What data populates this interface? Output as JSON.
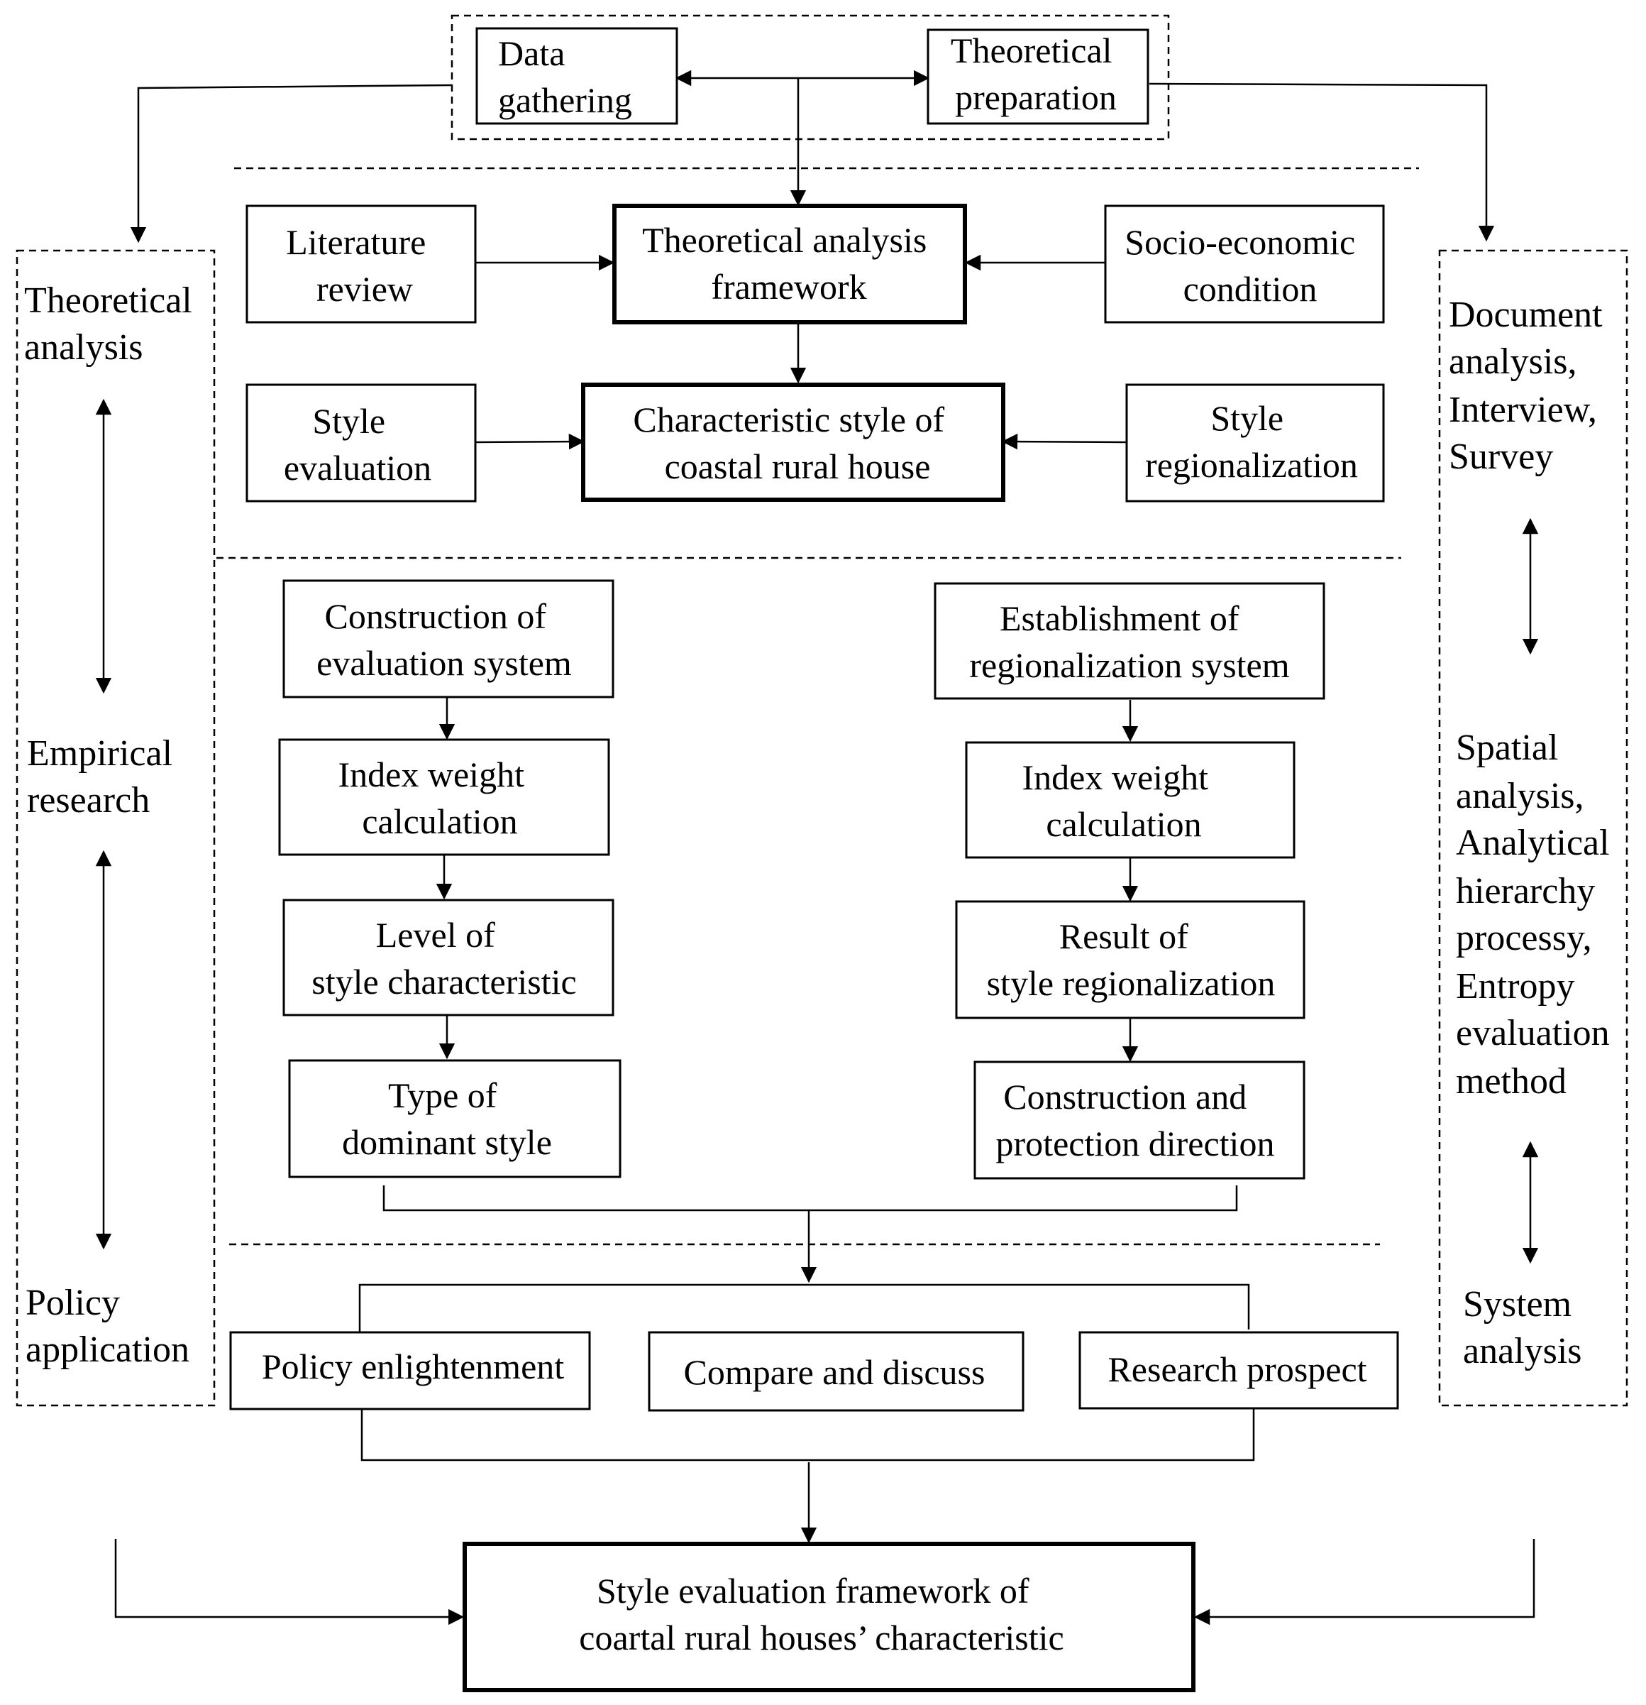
{
  "top": {
    "data_gathering": [
      "Data",
      "gathering"
    ],
    "theoretical_preparation": [
      "Theoretical",
      "preparation"
    ]
  },
  "tier1": {
    "literature_review": [
      "Literature",
      "review"
    ],
    "theoretical_framework": [
      "Theoretical analysis",
      "framework"
    ],
    "socio_economic": [
      "Socio-economic",
      "condition"
    ],
    "style_evaluation": [
      "Style",
      "evaluation"
    ],
    "characteristic_style": [
      "Characteristic style of",
      "coastal rural house"
    ],
    "style_regionalization": [
      "Style",
      "regionalization"
    ]
  },
  "left_column": [
    {
      "key": "construction_eval",
      "lines": [
        "Construction of",
        "evaluation system"
      ]
    },
    {
      "key": "index_weight_left",
      "lines": [
        "Index weight",
        "calculation"
      ]
    },
    {
      "key": "level_style",
      "lines": [
        "Level of",
        "style characteristic"
      ]
    },
    {
      "key": "type_dominant",
      "lines": [
        "Type of",
        "dominant style"
      ]
    }
  ],
  "right_column": [
    {
      "key": "establishment_reg",
      "lines": [
        "Establishment of",
        "regionalization system"
      ]
    },
    {
      "key": "index_weight_right",
      "lines": [
        "Index weight",
        "calculation"
      ]
    },
    {
      "key": "result_style",
      "lines": [
        "Result of",
        "style regionalization"
      ]
    },
    {
      "key": "construction_protection",
      "lines": [
        "Construction  and",
        "protection direction"
      ]
    }
  ],
  "bottom_row": {
    "policy_enlightenment": "Policy enlightenment",
    "compare_discuss": "Compare and discuss",
    "research_prospect": "Research prospect"
  },
  "final": [
    "Style evaluation framework of",
    "coartal rural houses’ characteristic"
  ],
  "left_side": {
    "theoretical_analysis": [
      "Theoretical",
      "analysis"
    ],
    "empirical_research": [
      "Empirical",
      "research"
    ],
    "policy_application": [
      "Policy",
      "application"
    ]
  },
  "right_side": {
    "methods_1": [
      "Document",
      "analysis,",
      "Interview,",
      "Survey"
    ],
    "methods_2": [
      "Spatial",
      "analysis,",
      "Analytical",
      "hierarchy",
      "processy,",
      "Entropy",
      "evaluation",
      "method"
    ],
    "methods_3": [
      "System",
      "analysis"
    ]
  }
}
